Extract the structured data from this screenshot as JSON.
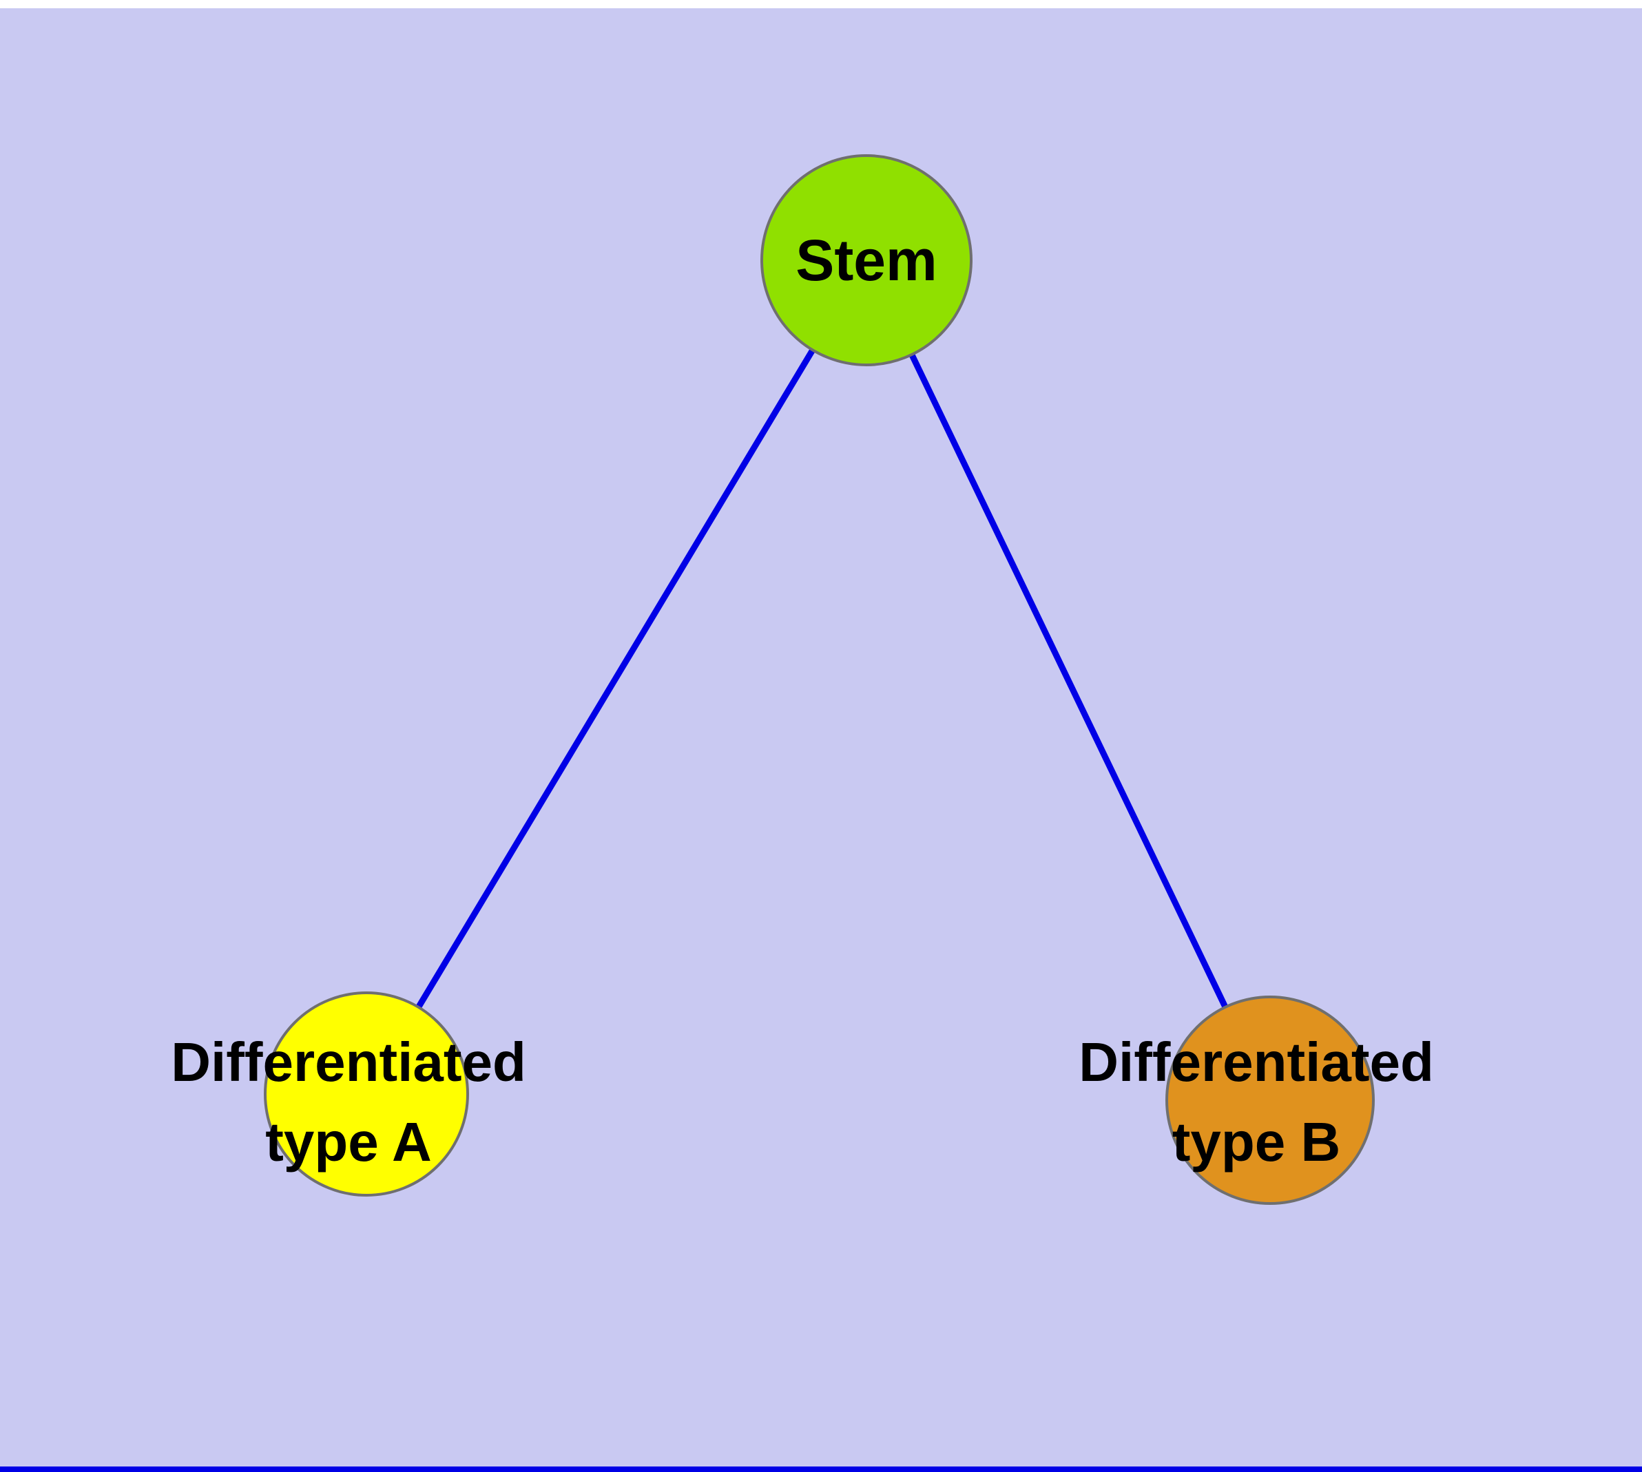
{
  "diagram": {
    "background_color": "#c9c9f2",
    "top_strip_color": "#ffffff",
    "bottom_strip_color": "#0000e6",
    "edge_color": "#0000e6",
    "edge_width": 9,
    "node_border_color": "#6f6f6f",
    "label_color": "#000000",
    "nodes": [
      {
        "id": "stem",
        "label": "Stem",
        "fill": "#90e000"
      },
      {
        "id": "type-a",
        "label": "Differentiated type A",
        "label_lines": [
          "Differentiated",
          "type A"
        ],
        "fill": "#ffff00"
      },
      {
        "id": "type-b",
        "label": "Differentiated type B",
        "label_lines": [
          "Differentiated",
          "type B"
        ],
        "fill": "#e0921e"
      }
    ],
    "edges": [
      {
        "from": "Stem",
        "to": "Differentiated type A"
      },
      {
        "from": "Stem",
        "to": "Differentiated type B"
      }
    ]
  }
}
